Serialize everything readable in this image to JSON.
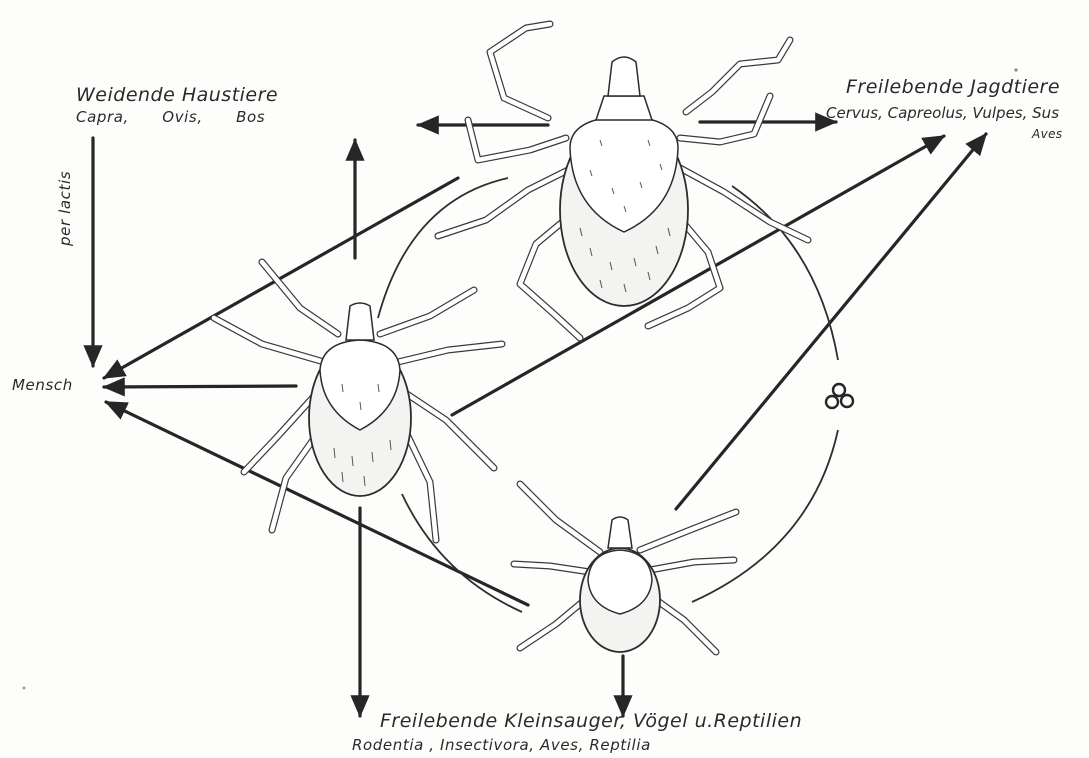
{
  "labels": {
    "domestic_title": "Weidende  Haustiere",
    "domestic_species": "Capra,  Ovis,   Bos",
    "game_title": "Freilebende Jagdtiere",
    "game_species": "Cervus, Capreolus, Vulpes, Sus",
    "game_aves": "Aves",
    "human": "Mensch",
    "per_lactis": "per lactis",
    "small_hosts_title": "Freilebende Kleinsauger,  Vögel u.Reptilien",
    "small_hosts_species": "Rodentia , Insectivora, Aves,  Reptilia"
  },
  "icons": {
    "adult_tick": "adult-female-tick-illustration",
    "nymph": "nymph-tick-illustration",
    "larva": "larva-tick-illustration",
    "eggs": "egg-cluster-symbol"
  }
}
